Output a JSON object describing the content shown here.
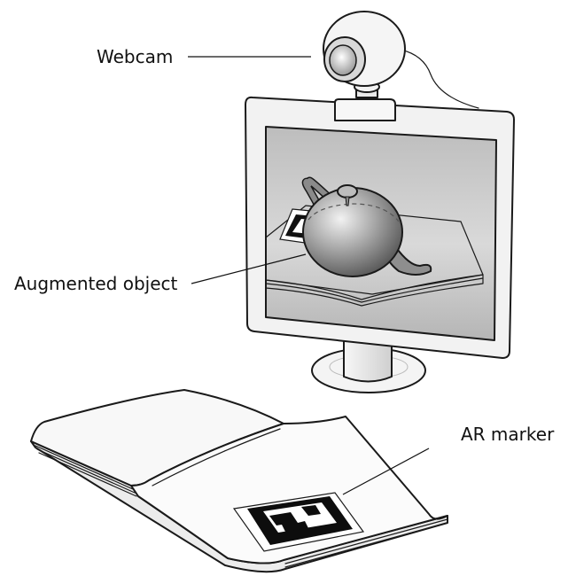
{
  "labels": {
    "webcam": "Webcam",
    "augmented_object": "Augmented object",
    "ar_marker": "AR marker"
  },
  "colors": {
    "line": "#111111",
    "bezel": "#f2f2f2",
    "screen": "#c8c8c8",
    "teapot": "#9a9a9a"
  }
}
